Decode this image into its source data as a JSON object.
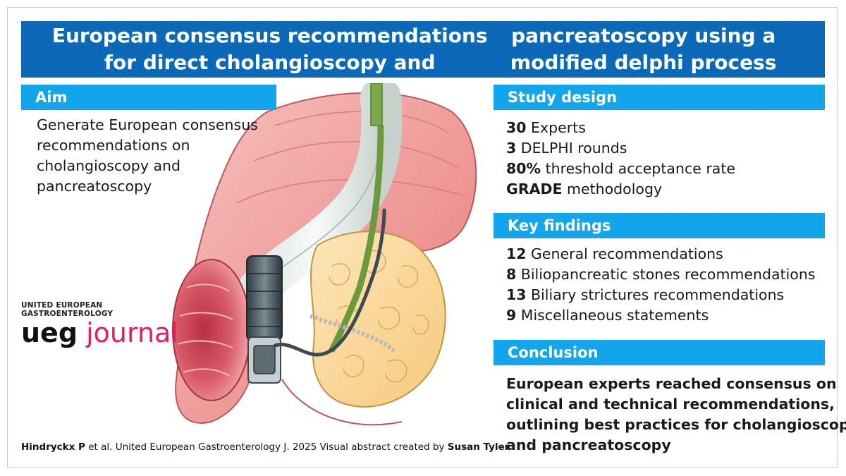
{
  "title": {
    "line1": "European consensus recommendations for direct cholangioscopy and",
    "line2": "pancreatoscopy using a modified delphi process"
  },
  "aim": {
    "heading": "Aim",
    "lines": [
      "Generate European consensus",
      "recommendations on",
      "cholangioscopy and",
      "pancreatoscopy"
    ]
  },
  "study_design": {
    "heading": "Study design",
    "items": [
      {
        "bold": "30",
        "text": " Experts"
      },
      {
        "bold": "3",
        "text": " DELPHI rounds"
      },
      {
        "bold": "80%",
        "text": " threshold acceptance rate"
      },
      {
        "bold": "GRADE",
        "text": " methodology"
      }
    ]
  },
  "key_findings": {
    "heading": "Key findings",
    "items": [
      {
        "bold": "12",
        "text": " General recommendations"
      },
      {
        "bold": "8",
        "text": " Biliopancreatic stones recommendations"
      },
      {
        "bold": "13",
        "text": " Biliary strictures recommendations"
      },
      {
        "bold": "9",
        "text": " Miscellaneous statements"
      }
    ]
  },
  "conclusion": {
    "heading": "Conclusion",
    "lines": [
      "European experts reached consensus on",
      "clinical and technical recommendations,",
      "outlining best practices for cholangioscopy",
      "and pancreatoscopy"
    ]
  },
  "logo": {
    "small_line1": "UNITED EUROPEAN",
    "small_line2": "GASTROENTEROLOGY",
    "ueg": "ueg",
    "journal": "journal"
  },
  "citation": {
    "author": "Hindryckx P",
    "text": " et al. United European Gastroenterology J. 2025 Visual abstract created by ",
    "creator": "Susan Tyler"
  },
  "colors": {
    "title_bg": "#0b69b7",
    "section_bg": "#14a6ec",
    "logo_accent": "#e0215c"
  }
}
